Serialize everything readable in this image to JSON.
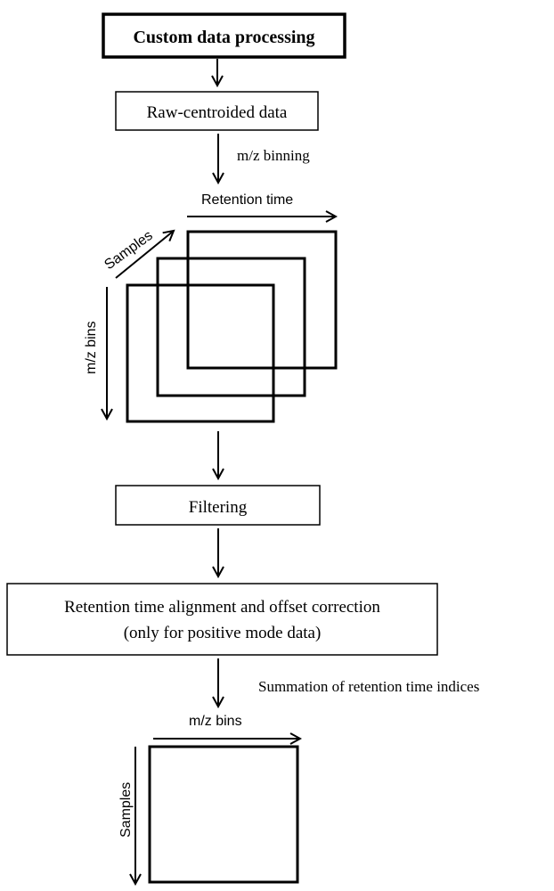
{
  "steps": {
    "custom_data_processing": "Custom data processing",
    "raw_centroided_data": "Raw-centroided data",
    "mz_binning": "m/z binning",
    "filtering": "Filtering",
    "alignment_line1": "Retention time alignment and offset correction",
    "alignment_line2": "(only for positive mode data)",
    "summation": "Summation of retention time indices"
  },
  "cube_axes": {
    "retention_time": "Retention time",
    "samples": "Samples",
    "mz_bins": "m/z bins"
  },
  "matrix_axes": {
    "mz_bins": "m/z bins",
    "samples": "Samples"
  }
}
